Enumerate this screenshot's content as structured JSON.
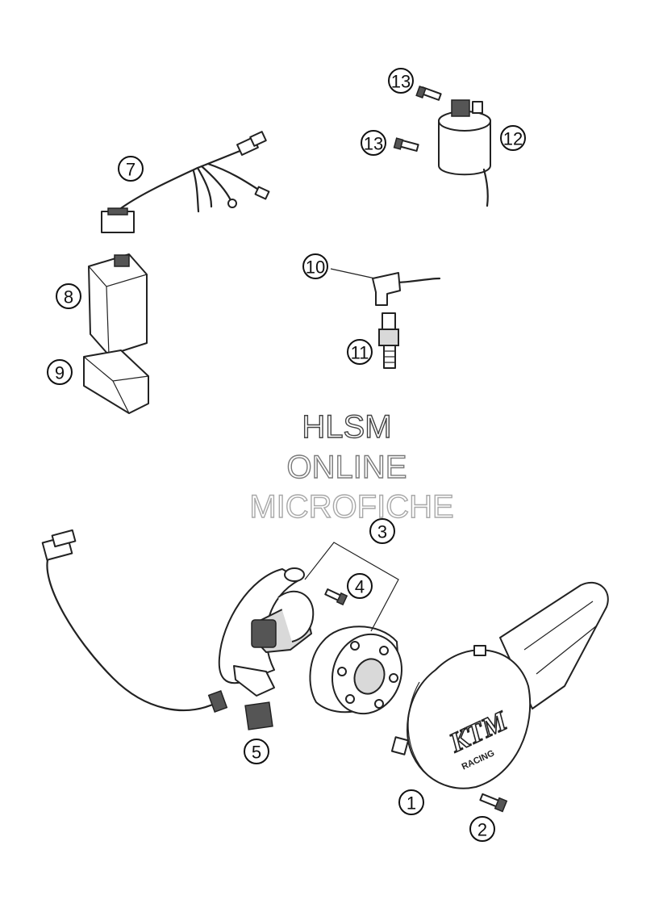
{
  "callouts": [
    {
      "id": "1",
      "label": "①"
    },
    {
      "id": "2",
      "label": "②"
    },
    {
      "id": "3",
      "label": "③"
    },
    {
      "id": "4",
      "label": "④"
    },
    {
      "id": "5",
      "label": "⑤"
    },
    {
      "id": "7",
      "label": "⑦"
    },
    {
      "id": "8",
      "label": "⑧"
    },
    {
      "id": "9",
      "label": "⑨"
    },
    {
      "id": "10",
      "label": "⑩"
    },
    {
      "id": "11",
      "label": "⑪"
    },
    {
      "id": "12",
      "label": "⑫"
    },
    {
      "id": "13a",
      "label": "⑬"
    },
    {
      "id": "13b",
      "label": "⑬"
    }
  ],
  "numbers": {
    "n1": "1",
    "n2": "2",
    "n3": "3",
    "n4": "4",
    "n5": "5",
    "n7": "7",
    "n8": "8",
    "n9": "9",
    "n10": "10",
    "n11": "11",
    "n12": "12",
    "n13a": "13",
    "n13b": "13"
  },
  "watermark": {
    "line1": "HLSM",
    "line2": "ONLINE",
    "line3": "MICROFICHE"
  },
  "cover_logo": {
    "brand": "KTM",
    "subtext": "RACING"
  },
  "colors": {
    "line": "#222222",
    "watermark_line1": "#444444",
    "watermark_line2": "#7a7a7a",
    "watermark_line3": "#a8a8a8"
  }
}
